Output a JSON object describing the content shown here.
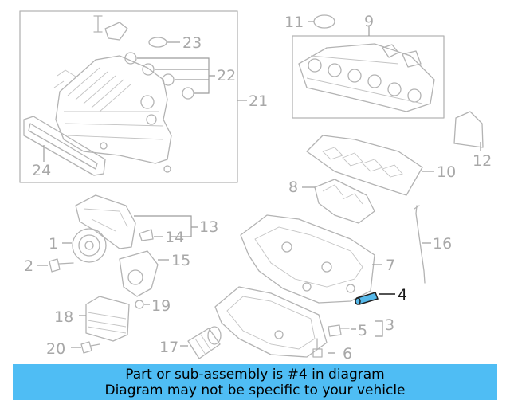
{
  "callouts": {
    "c1": "1",
    "c2": "2",
    "c3": "3",
    "c4": "4",
    "c5": "5",
    "c6": "6",
    "c7": "7",
    "c8": "8",
    "c9": "9",
    "c10": "10",
    "c11": "11",
    "c12": "12",
    "c13": "13",
    "c14": "14",
    "c15": "15",
    "c16": "16",
    "c17": "17",
    "c18": "18",
    "c19": "19",
    "c20": "20",
    "c21": "21",
    "c22": "22",
    "c23": "23",
    "c24": "24"
  },
  "highlighted_part": "4",
  "colors": {
    "banner": "#4fbdf4",
    "highlight": "#56b9ea",
    "line": "#b3b3b3"
  },
  "banner": {
    "line1": "Part or sub-assembly is #4 in diagram",
    "line2": "Diagram may not be specific to your vehicle"
  }
}
